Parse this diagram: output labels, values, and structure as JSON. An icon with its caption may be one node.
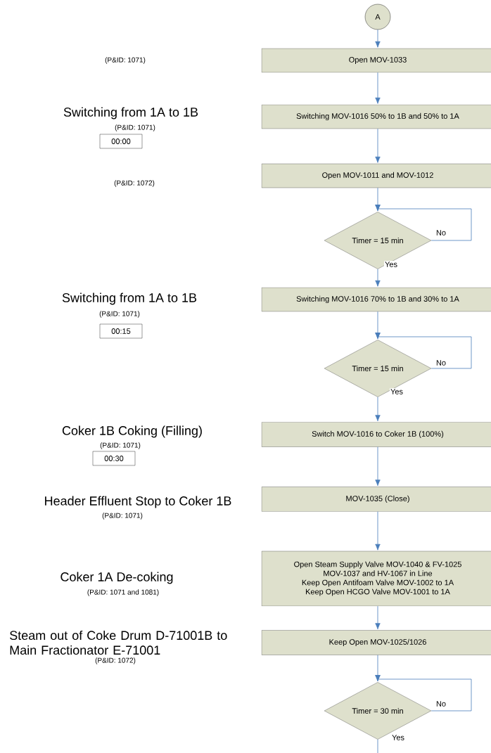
{
  "diagram": {
    "nodes": [
      {
        "text": [
          "A"
        ]
      },
      {
        "text": [
          "Open MOV-1033"
        ]
      },
      {
        "text": [
          "Switching MOV-1016 50% to 1B and 50% to 1A"
        ]
      },
      {
        "text": [
          "Open MOV-1011 and MOV-1012"
        ]
      },
      {
        "text": [
          "Timer = 15 min"
        ]
      },
      {
        "text": [
          "Switching MOV-1016 70% to 1B and 30% to 1A"
        ]
      },
      {
        "text": [
          "Timer = 15 min"
        ]
      },
      {
        "text": [
          "Switch MOV-1016 to Coker 1B (100%)"
        ]
      },
      {
        "text": [
          "MOV-1035 (Close)"
        ]
      },
      {
        "text": [
          "Open Steam Supply Valve MOV-1040 & FV-1025",
          "MOV-1037 and HV-1067 in Line",
          "Keep Open Antifoam Valve MOV-1002 to 1A",
          "Keep Open HCGO Valve MOV-1001 to 1A"
        ]
      },
      {
        "text": [
          "Keep Open  MOV-1025/1026"
        ]
      },
      {
        "text": [
          "Timer = 30 min"
        ]
      },
      {
        "text": [
          "00:00"
        ]
      },
      {
        "text": [
          "00:15"
        ]
      },
      {
        "text": [
          "00:30"
        ]
      }
    ],
    "edges": [
      {
        "from": 0,
        "to": 1,
        "arrow": "to"
      },
      {
        "from": 1,
        "to": 2,
        "arrow": "to"
      },
      {
        "from": 2,
        "to": 3,
        "arrow": "to"
      },
      {
        "from": 3,
        "to": 4,
        "arrow": "to"
      },
      {
        "from": 4,
        "to": 4,
        "arrow": "to",
        "label": "No"
      },
      {
        "from": 4,
        "to": 5,
        "arrow": "to",
        "label": "Yes"
      },
      {
        "from": 5,
        "to": 6,
        "arrow": "to"
      },
      {
        "from": 6,
        "to": 6,
        "arrow": "to",
        "label": "No"
      },
      {
        "from": 6,
        "to": 7,
        "arrow": "to",
        "label": "Yes"
      },
      {
        "from": 7,
        "to": 8,
        "arrow": "to"
      },
      {
        "from": 8,
        "to": 9,
        "arrow": "to"
      },
      {
        "from": 9,
        "to": 10,
        "arrow": "to"
      },
      {
        "from": 10,
        "to": 11,
        "arrow": "to"
      },
      {
        "from": 11,
        "to": 11,
        "arrow": "to",
        "label": "No"
      },
      {
        "from": 11,
        "to": null,
        "arrow": "none",
        "label": "Yes"
      }
    ],
    "labels": [
      "(P&ID: 1071)",
      "Switching from 1A to 1B",
      "(P&ID: 1071)",
      "(P&ID: 1072)",
      "Switching from 1A to 1B",
      "(P&ID: 1071)",
      "Coker 1B Coking (Filling)",
      "(P&ID: 1071)",
      "Header Effluent Stop to Coker 1B",
      "(P&ID: 1071)",
      "Coker 1A De-coking",
      "(P&ID: 1071 and 1081)",
      "Steam out of Coke Drum D-71001B to Main Fractionator E-71001",
      "(P&ID: 1072)"
    ]
  }
}
